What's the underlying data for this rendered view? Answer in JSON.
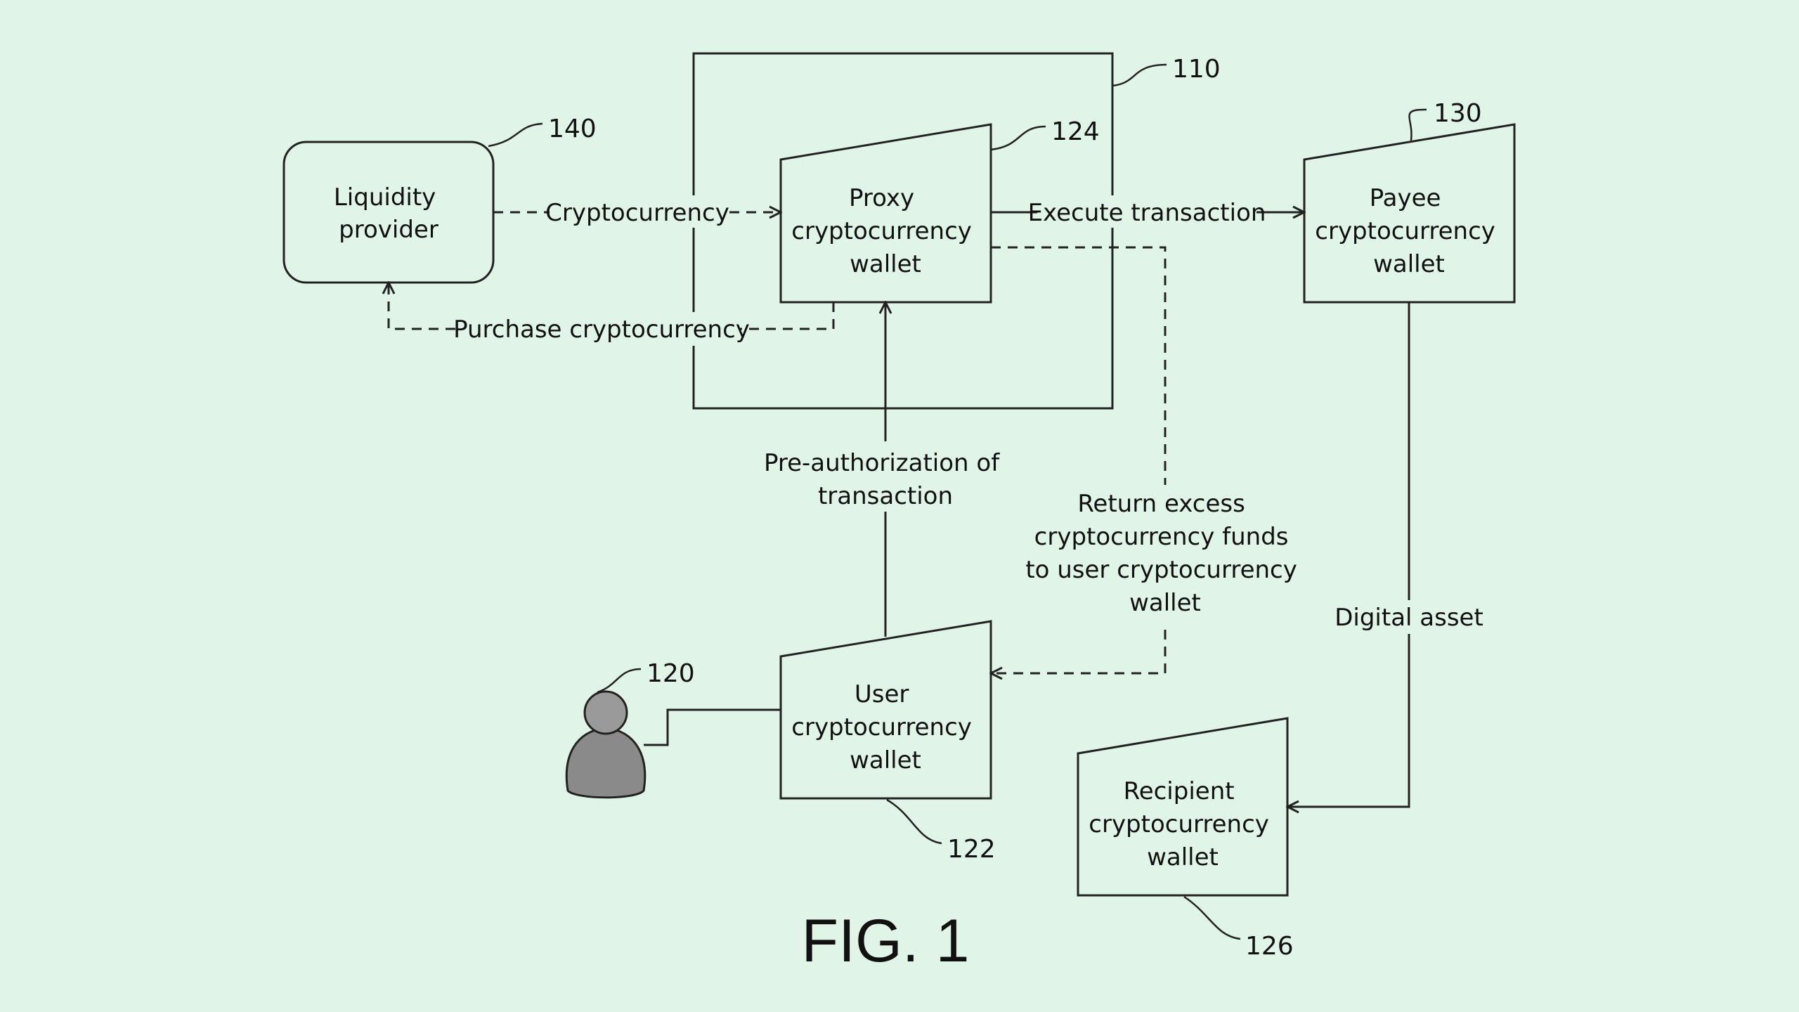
{
  "nodes": {
    "liquidity_provider": {
      "lines": [
        "Liquidity",
        "provider"
      ],
      "ref": "140"
    },
    "proxy_wallet": {
      "lines": [
        "Proxy",
        "cryptocurrency",
        "wallet"
      ],
      "ref": "124"
    },
    "payee_wallet": {
      "lines": [
        "Payee",
        "cryptocurrency",
        "wallet"
      ],
      "ref": "130"
    },
    "user_wallet": {
      "lines": [
        "User",
        "cryptocurrency",
        "wallet"
      ],
      "ref": "122"
    },
    "recipient_wallet": {
      "lines": [
        "Recipient",
        "cryptocurrency",
        "wallet"
      ],
      "ref": "126"
    },
    "user": {
      "ref": "120",
      "icon": "user-icon"
    },
    "system_boundary": {
      "ref": "110"
    }
  },
  "edges": {
    "cryptocurrency": "Cryptocurrency",
    "purchase_cryptocurrency": "Purchase cryptocurrency",
    "execute_transaction": "Execute transaction",
    "preauthorization": [
      "Pre-authorization of",
      "transaction"
    ],
    "return_excess": [
      "Return excess",
      "cryptocurrency funds",
      "to user cryptocurrency",
      "wallet"
    ],
    "digital_asset": "Digital asset"
  },
  "figure_label": "FIG. 1",
  "colors": {
    "background": "#e0f5e8",
    "stroke": "#222222",
    "text": "#111111"
  }
}
